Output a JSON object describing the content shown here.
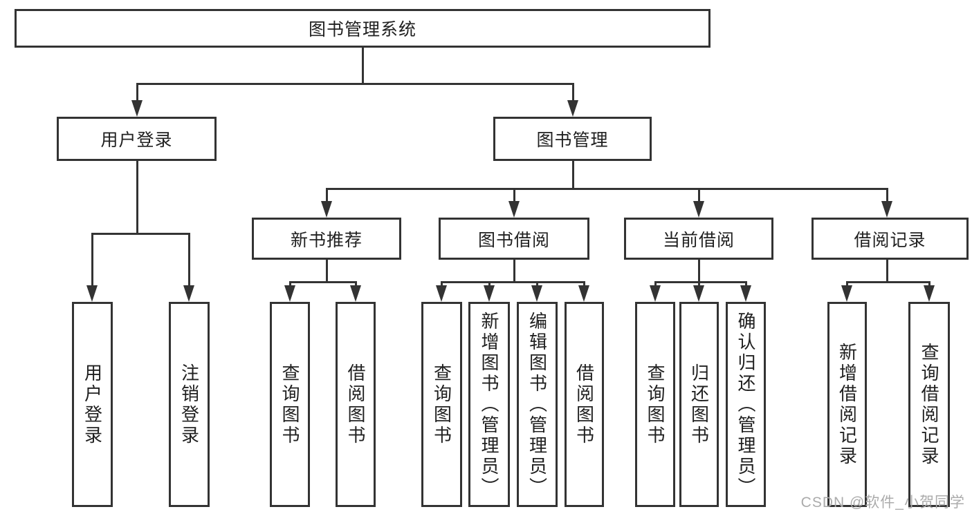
{
  "diagram_title": "图书管理系统",
  "nodes": {
    "root": {
      "label": "图书管理系统"
    },
    "userLogin": {
      "label": "用户登录"
    },
    "bookMgmt": {
      "label": "图书管理"
    },
    "newBookRec": {
      "label": "新书推荐"
    },
    "bookBorrow": {
      "label": "图书借阅"
    },
    "currentBorrow": {
      "label": "当前借阅"
    },
    "borrowRecord": {
      "label": "借阅记录"
    },
    "leafUserLogin": {
      "label": "用户登录"
    },
    "leafLogout": {
      "label": "注销登录"
    },
    "leafQueryBookA": {
      "label": "查询图书"
    },
    "leafBorrowBookA": {
      "label": "借阅图书"
    },
    "leafQueryBookB": {
      "label": "查询图书"
    },
    "leafAddBook": {
      "label": "新增图书（管理员）"
    },
    "leafEditBook": {
      "label": "编辑图书（管理员）"
    },
    "leafBorrowBookB": {
      "label": "借阅图书"
    },
    "leafQueryBookC": {
      "label": "查询图书"
    },
    "leafReturnBook": {
      "label": "归还图书"
    },
    "leafConfirmReturn": {
      "label": "确认归还（管理员）"
    },
    "leafAddBorrowRecord": {
      "label": "新增借阅记录"
    },
    "leafQueryBorrowRecord": {
      "label": "查询借阅记录"
    }
  },
  "edges": [
    [
      "图书管理系统",
      "用户登录"
    ],
    [
      "图书管理系统",
      "图书管理"
    ],
    [
      "用户登录",
      "用户登录"
    ],
    [
      "用户登录",
      "注销登录"
    ],
    [
      "图书管理",
      "新书推荐"
    ],
    [
      "图书管理",
      "图书借阅"
    ],
    [
      "图书管理",
      "当前借阅"
    ],
    [
      "图书管理",
      "借阅记录"
    ],
    [
      "新书推荐",
      "查询图书"
    ],
    [
      "新书推荐",
      "借阅图书"
    ],
    [
      "图书借阅",
      "查询图书"
    ],
    [
      "图书借阅",
      "新增图书（管理员）"
    ],
    [
      "图书借阅",
      "编辑图书（管理员）"
    ],
    [
      "图书借阅",
      "借阅图书"
    ],
    [
      "当前借阅",
      "查询图书"
    ],
    [
      "当前借阅",
      "归还图书"
    ],
    [
      "当前借阅",
      "确认归还（管理员）"
    ],
    [
      "借阅记录",
      "新增借阅记录"
    ],
    [
      "借阅记录",
      "查询借阅记录"
    ]
  ],
  "watermark": {
    "text": "CSDN @软件_小贺同学"
  },
  "colors": {
    "line": "#333333",
    "box_border": "#333333",
    "text": "#202020",
    "background": "#ffffff",
    "watermark": "#ababab"
  }
}
